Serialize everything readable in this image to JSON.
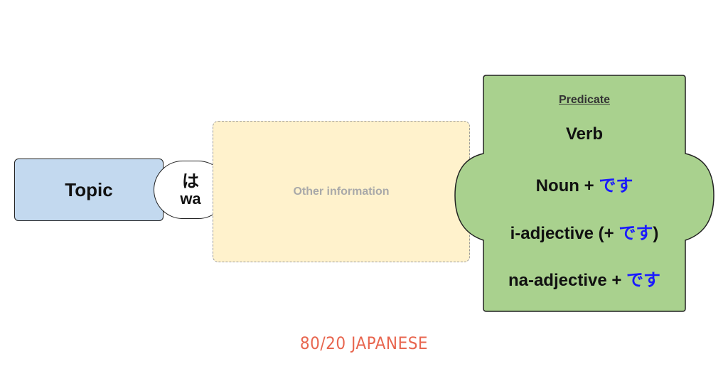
{
  "topic": {
    "label": "Topic"
  },
  "particle": {
    "kana": "は",
    "romaji": "wa"
  },
  "other_information": {
    "label": "Other information"
  },
  "predicate": {
    "heading": "Predicate",
    "items": [
      {
        "prefix": "Verb",
        "desu": "",
        "suffix": ""
      },
      {
        "prefix": "Noun + ",
        "desu": "です",
        "suffix": ""
      },
      {
        "prefix": "i-adjective (+ ",
        "desu": "です",
        "suffix": ")"
      },
      {
        "prefix": "na-adjective + ",
        "desu": "です",
        "suffix": ""
      }
    ]
  },
  "brand": {
    "text": "80/20 JAPANESE"
  },
  "colors": {
    "topic_fill": "#c3d9ef",
    "other_fill": "#fff2cc",
    "predicate_fill": "#a9d18e",
    "desu_text": "#1a1aff",
    "brand_text": "#e8664f"
  }
}
